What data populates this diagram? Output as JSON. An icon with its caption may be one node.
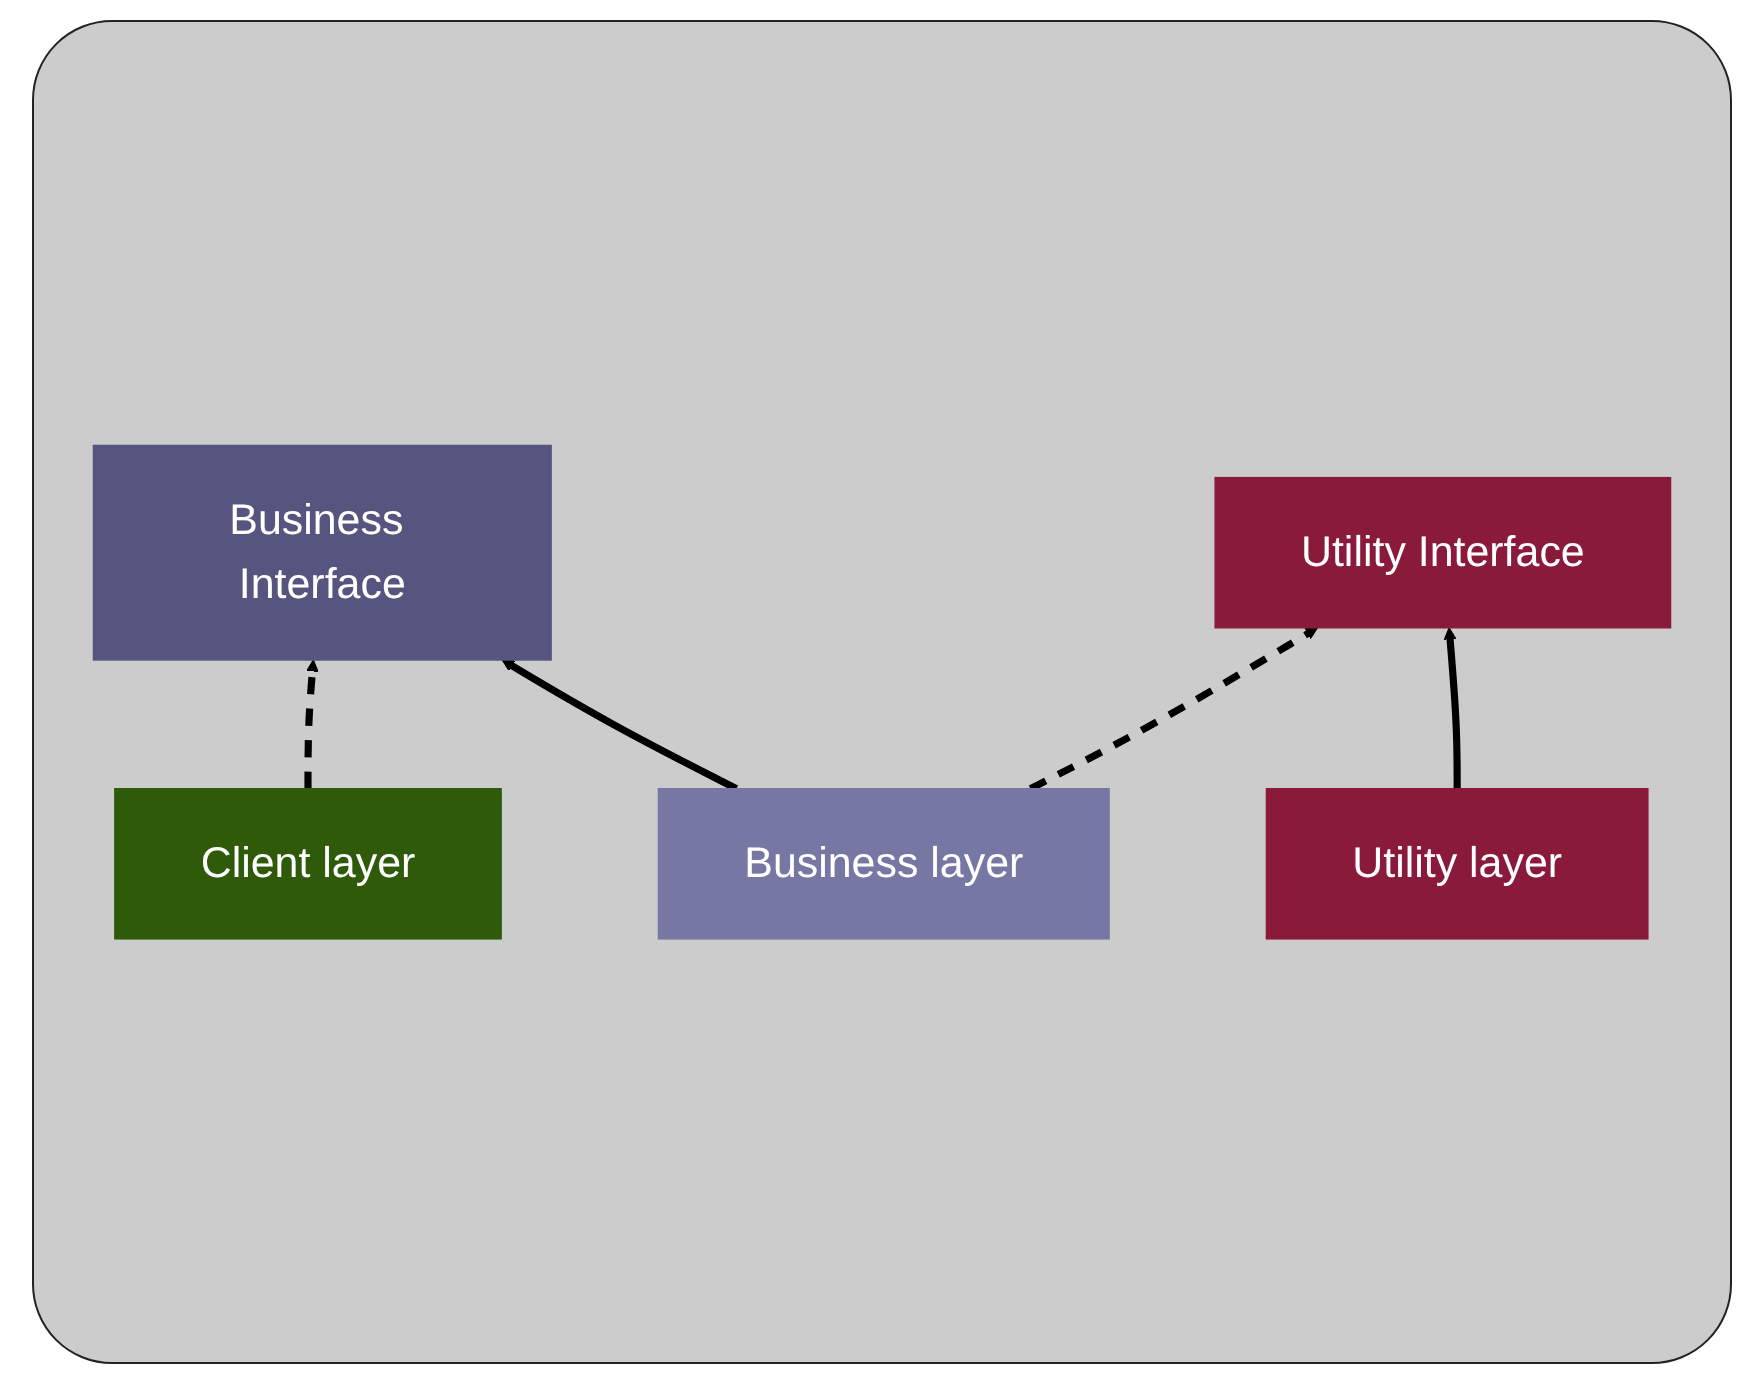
{
  "diagram": {
    "nodes": [
      {
        "text": [
          "Client layer"
        ]
      },
      {
        "text": [
          "Business Interface"
        ]
      },
      {
        "text": [
          "Utility Interface"
        ]
      },
      {
        "text": [
          "Business layer"
        ]
      },
      {
        "text": [
          "Utility layer"
        ]
      }
    ],
    "edges": [
      {
        "from": 0,
        "to": 1,
        "arrow": "to",
        "style": "dashed"
      },
      {
        "from": 3,
        "to": 1,
        "arrow": "to"
      },
      {
        "from": 3,
        "to": 2,
        "arrow": "to",
        "style": "dashed"
      },
      {
        "from": 4,
        "to": 2,
        "arrow": "to"
      }
    ]
  }
}
